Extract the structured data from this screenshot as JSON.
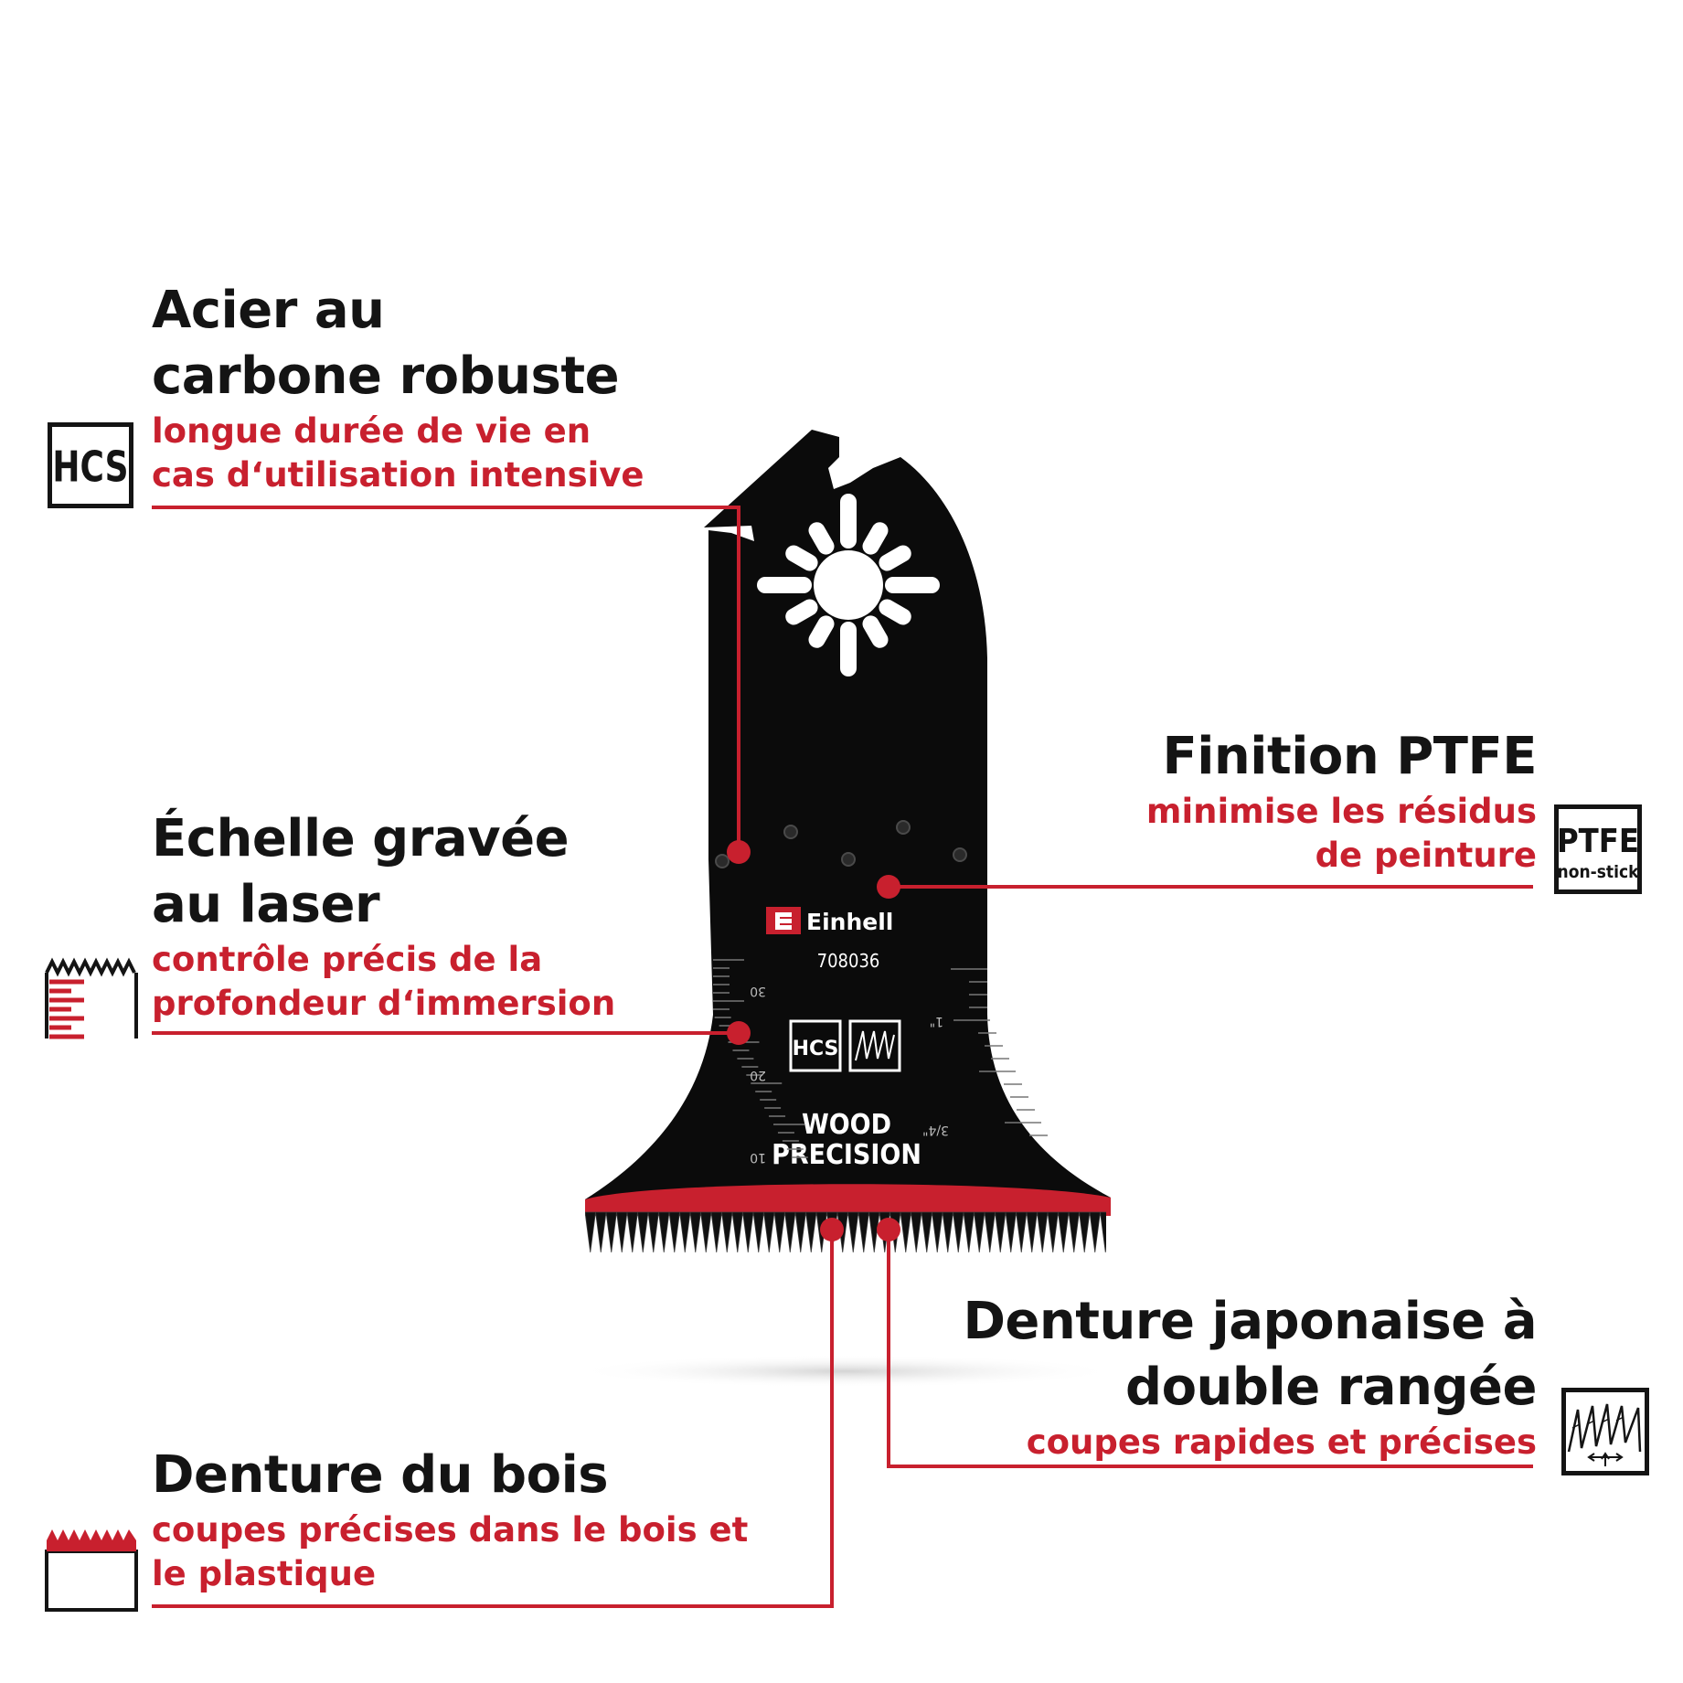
{
  "colors": {
    "accent": "#c8202e",
    "text": "#141414",
    "blade": "#0b0b0b",
    "background": "#ffffff"
  },
  "features": {
    "carbon": {
      "title_l1": "Acier au",
      "title_l2": "carbone robuste",
      "desc_l1": "longue durée de vie en",
      "desc_l2": "cas d‘utilisation intensive",
      "icon": "hcs-icon",
      "icon_text": "HCS"
    },
    "scale": {
      "title_l1": "Échelle gravée",
      "title_l2": "au laser",
      "desc_l1": "contrôle précis de la",
      "desc_l2": "profondeur d‘immersion",
      "icon": "depth-scale-icon"
    },
    "wood": {
      "title_l1": "Denture du bois",
      "desc_l1": "coupes précises dans le bois et",
      "desc_l2": "le plastique",
      "icon": "wood-teeth-icon"
    },
    "ptfe": {
      "title_l1": "Finition PTFE",
      "desc_l1": "minimise les résidus",
      "desc_l2": "de peinture",
      "icon": "ptfe-icon",
      "icon_text_l1": "PTFE",
      "icon_text_l2": "non-stick"
    },
    "japanese": {
      "title_l1": "Denture japonaise à",
      "title_l2": "double rangée",
      "desc_l1": "coupes rapides et précises",
      "icon": "double-row-teeth-icon"
    }
  },
  "blade": {
    "brand": "Einhell",
    "article": "708036",
    "badge_hcs": "HCS",
    "line1": "WOOD",
    "line2": "PRECISION",
    "scale_mm": [
      "30",
      "20",
      "10"
    ],
    "scale_in": [
      "1\"",
      "3/4\""
    ]
  }
}
